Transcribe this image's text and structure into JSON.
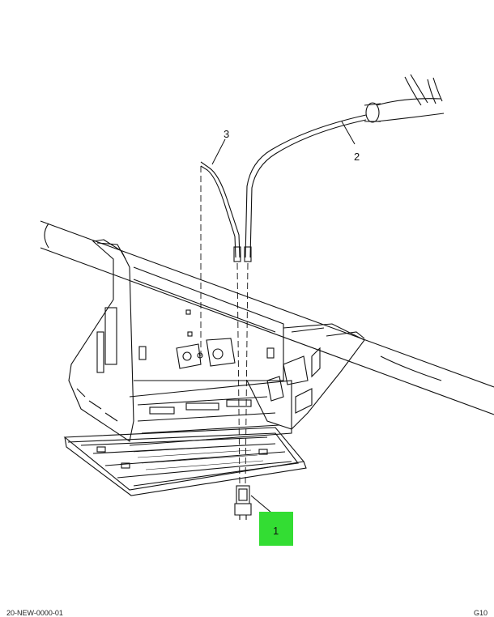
{
  "callouts": [
    {
      "id": "1",
      "label": "1",
      "highlighted": true
    },
    {
      "id": "2",
      "label": "2",
      "highlighted": false
    },
    {
      "id": "3",
      "label": "3",
      "highlighted": false
    }
  ],
  "colors": {
    "highlight": "#33dd33",
    "line": "#111111",
    "background": "#ffffff"
  },
  "footer": {
    "left": "20-NEW-0000-01",
    "right": "G10"
  }
}
